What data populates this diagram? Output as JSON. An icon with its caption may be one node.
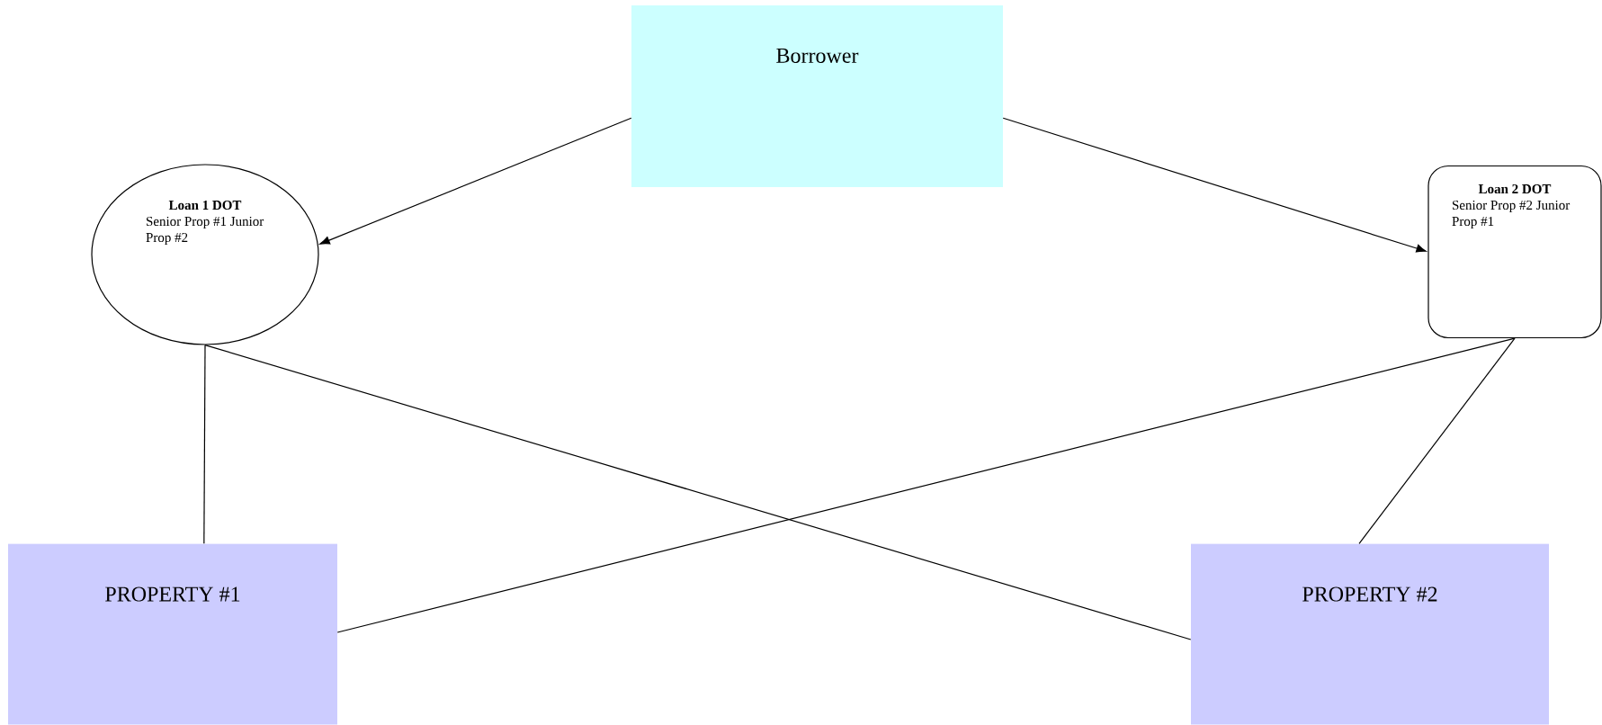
{
  "diagram": {
    "nodes": [
      {
        "text": [
          "Borrower"
        ]
      },
      {
        "text": [
          "Loan 1 DOT",
          "Senior Prop #1 Junior Prop #2"
        ]
      },
      {
        "text": [
          "Loan 2 DOT",
          "Senior Prop #2 Junior Prop #1"
        ]
      },
      {
        "text": [
          "PROPERTY #1"
        ]
      },
      {
        "text": [
          "PROPERTY #2"
        ]
      }
    ],
    "edges": [
      {
        "from": 0,
        "to": 1,
        "arrow": "to"
      },
      {
        "from": 0,
        "to": 2,
        "arrow": "to"
      },
      {
        "from": 1,
        "to": 3,
        "arrow": "none"
      },
      {
        "from": 1,
        "to": 4,
        "arrow": "none"
      },
      {
        "from": 2,
        "to": 3,
        "arrow": "none"
      },
      {
        "from": 2,
        "to": 4,
        "arrow": "none"
      }
    ]
  }
}
